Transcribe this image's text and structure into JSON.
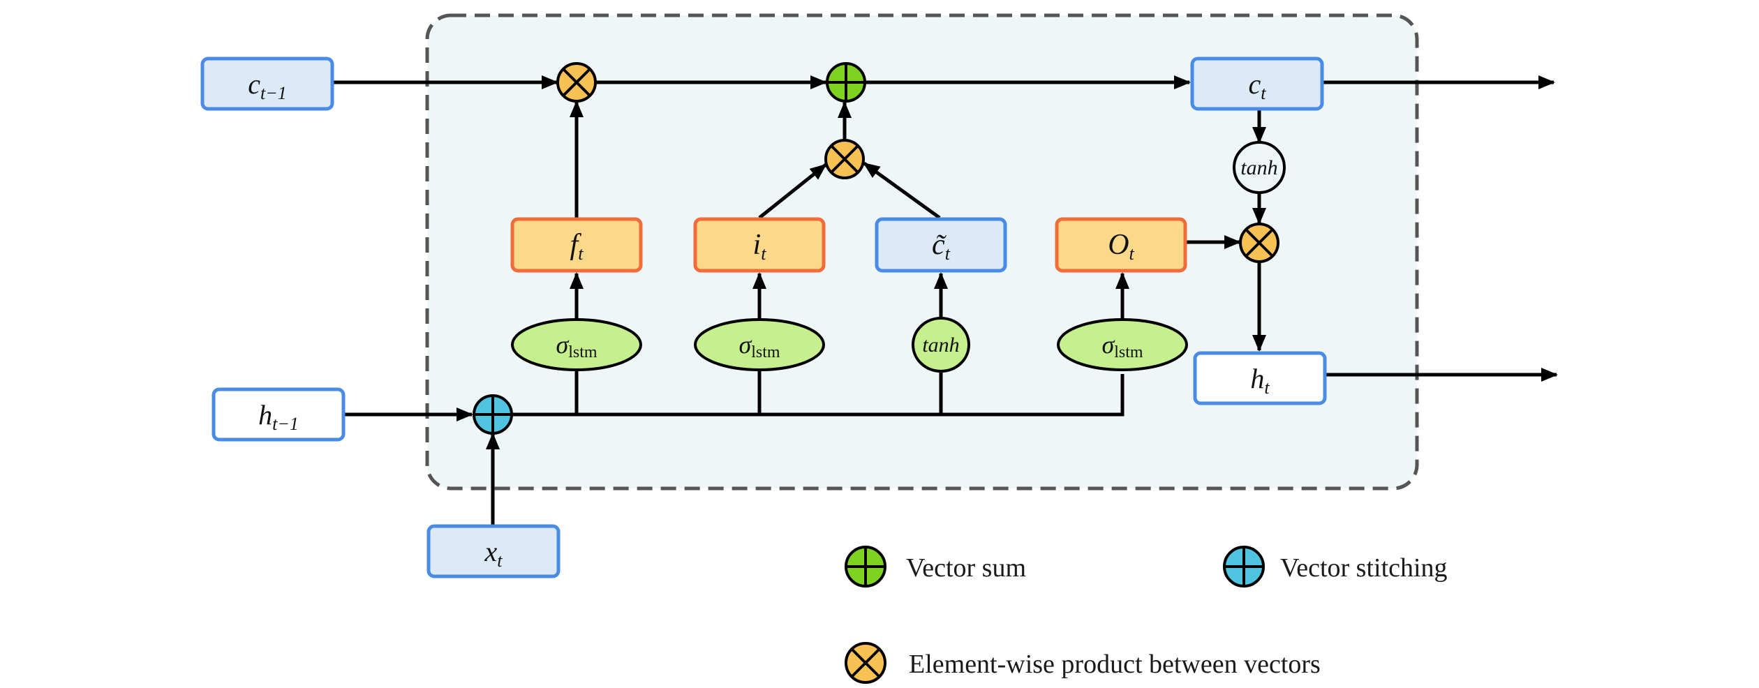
{
  "colors": {
    "background": "#ffffff",
    "cell_fill": "#eef6f8",
    "cell_border": "#555555",
    "blue_border": "#4a8be6",
    "blue_fill": "#dce9f7",
    "orange_border": "#f26b3a",
    "orange_fill": "#fbd88a",
    "green_fill": "#c6f08e",
    "product_fill": "#f7c154",
    "sum_fill": "#7ed321",
    "stitch_fill": "#4fc3e0"
  },
  "nodes": {
    "c_prev": {
      "base": "c",
      "sub": "t−1"
    },
    "h_prev": {
      "base": "h",
      "sub": "t−1"
    },
    "x_t": {
      "base": "x",
      "sub": "t"
    },
    "c_t": {
      "base": "c",
      "sub": "t"
    },
    "h_t": {
      "base": "h",
      "sub": "t"
    },
    "f_t": {
      "base": "f",
      "sub": "t"
    },
    "i_t": {
      "base": "i",
      "sub": "t"
    },
    "c_tilde": {
      "base": "c̃",
      "sub": "t"
    },
    "o_t": {
      "base": "O",
      "sub": "t"
    }
  },
  "activations": {
    "sigma_base": "σ",
    "sigma_sub": "lstm",
    "tanh": "tanh"
  },
  "legend": {
    "sum": "Vector sum",
    "stitch": "Vector stitching",
    "product": "Element-wise product between vectors"
  }
}
